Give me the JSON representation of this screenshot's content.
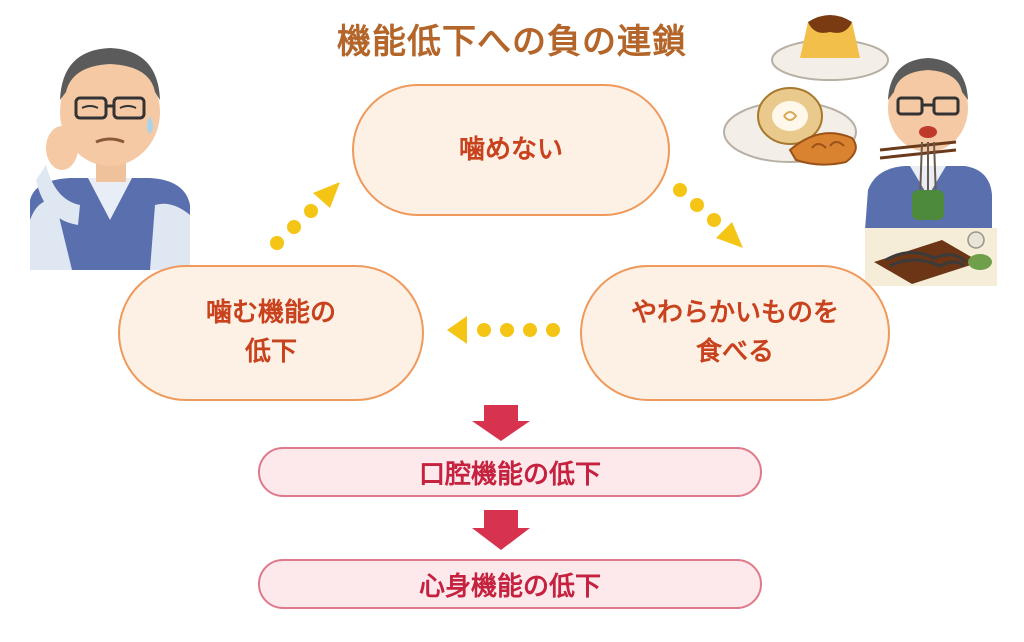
{
  "title": "機能低下への負の連鎖",
  "cycle": {
    "top": "噛めない",
    "right_line1": "やわらかいものを",
    "right_line2": "食べる",
    "left_line1": "噛む機能の",
    "left_line2": "低下"
  },
  "result_1": "口腔機能の低下",
  "result_2": "心身機能の低下",
  "colors": {
    "title": "#b4662a",
    "cycle_text": "#c8421e",
    "cycle_fill": "#fdf0e4",
    "cycle_border": "#ef9a5c",
    "dot_arrow": "#f4c514",
    "result_text": "#c52240",
    "result_fill": "#fde9ec",
    "down_arrow": "#d8334e"
  },
  "illustrations": [
    "worried-elderly-man-illustration",
    "elderly-man-eating-soft-food-illustration",
    "custard-pudding-icon",
    "swiss-roll-icon",
    "croissant-icon",
    "soba-noodles-tray-icon"
  ]
}
